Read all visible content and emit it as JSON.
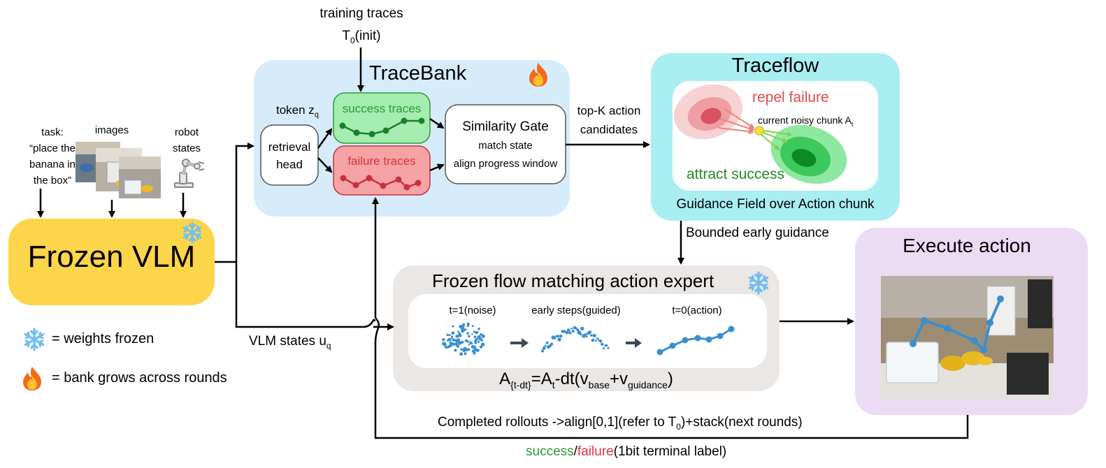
{
  "colors": {
    "vlm_fill": "#fcd54a",
    "tracebank_fill": "#d6ecfb",
    "traceflow_fill": "#a9eef3",
    "expert_fill": "#ebe7e5",
    "execute_fill": "#ecdcf3",
    "success": "#2e9c34",
    "failure": "#d8343f",
    "dot_blue": "#3a8fd0",
    "frost_icon": "#6fbef0"
  },
  "icons": {
    "frozen": "snowflake-icon",
    "grows": "flame-icon",
    "robot": "robot-arm-icon"
  },
  "inputs": {
    "task_label": "task:",
    "task_lines": [
      "“place the",
      "banana in",
      "the box”"
    ],
    "images_label": "images",
    "robot_lines": [
      "robot",
      "states"
    ]
  },
  "vlm": {
    "title": "Frozen VLM"
  },
  "legend": {
    "frozen": "= weights frozen",
    "grows": "= bank grows across rounds"
  },
  "top_input": {
    "line1": "training traces",
    "line2_main": "T",
    "line2_sub": "0",
    "line2_rest": "(init)"
  },
  "tracebank": {
    "title": "TraceBank",
    "token_main": "token z",
    "token_sub": "q",
    "retrieval_lines": [
      "retrieval",
      "head"
    ],
    "success_label": "success traces",
    "failure_label": "failure traces",
    "gate_title": "Similarity Gate",
    "gate_line1": "match state",
    "gate_line2": "align progress window"
  },
  "topk_lines": [
    "top-K action",
    "candidates"
  ],
  "traceflow": {
    "title": "Traceflow",
    "repel": "repel failure",
    "attract": "attract success",
    "noisy_main": "current noisy chunk A",
    "noisy_sub": "t",
    "caption": "Guidance Field over Action chunk"
  },
  "bounded_label": "Bounded early guidance",
  "vlm_states": {
    "main": "VLM states u",
    "sub": "q"
  },
  "expert": {
    "title": "Frozen flow matching action expert",
    "step1": "t=1(noise)",
    "step2": "early steps(guided)",
    "step3": "t=0(action)",
    "eq_a": "A",
    "eq_a_sub": "{t-dt}",
    "eq_eq": "=A",
    "eq_t_sub": "t",
    "eq_mid": "-dt(v",
    "eq_base_sub": "base",
    "eq_plus": "+v",
    "eq_guid_sub": "guidance",
    "eq_end": ")"
  },
  "execute": {
    "title": "Execute action"
  },
  "rollouts": {
    "main": "Completed rollouts ->align[0,1](refer to T",
    "sub": "0",
    "rest": ")+stack(next rounds)"
  },
  "terminal": {
    "success": "success",
    "slash": "/",
    "failure": "failure",
    "rest": "(1bit terminal label)"
  }
}
